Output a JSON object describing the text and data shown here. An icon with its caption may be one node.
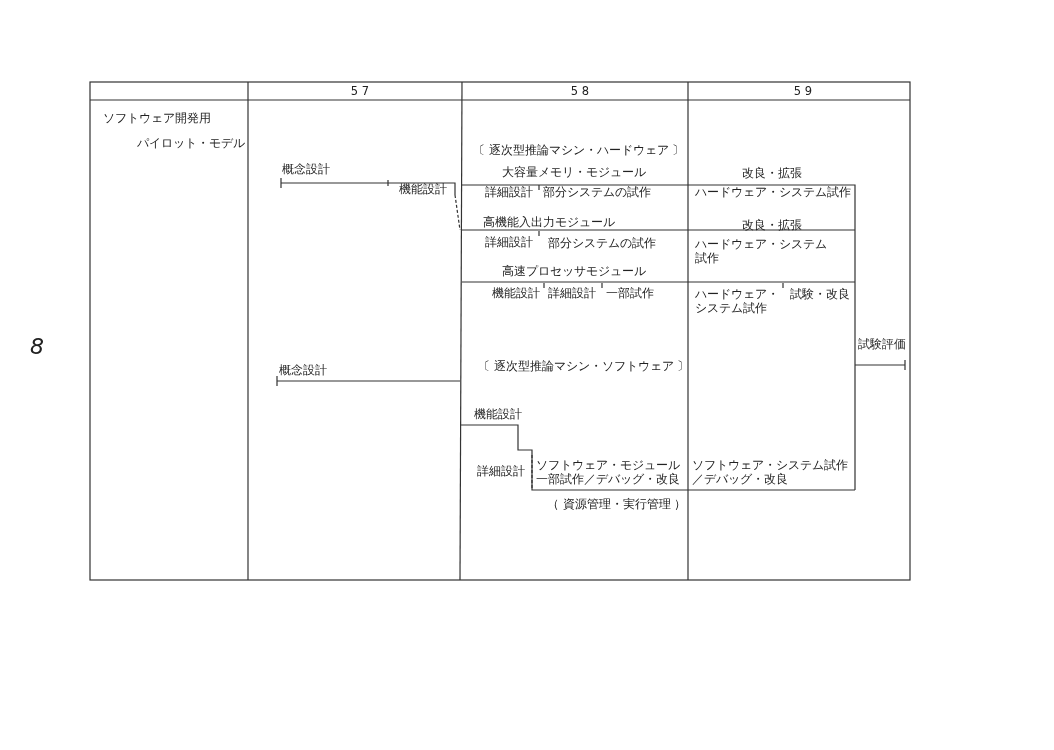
{
  "diagram": {
    "labels": [
      "5 7",
      "5 8",
      "5 9",
      "ソフトウェア開発用",
      "パイロット・モデル",
      "〔 逐次型推論マシン・ハードウェア 〕",
      "概念設計",
      "大容量メモリ・モジュール",
      "改良・拡張",
      "機能設計",
      "詳細設計",
      "部分システムの試作",
      "ハードウェア・システム試作",
      "高機能入出力モジュール",
      "改良・拡張",
      "詳細設計",
      "部分システムの試作",
      "ハードウェア・システム試作",
      "高速プロセッサモジュール",
      "機能設計",
      "詳細設計",
      "一部試作",
      "ハードウェア・システム試作",
      "試験・改良",
      "8",
      "試験評価",
      "概念設計",
      "〔 逐次型推論マシン・ソフトウェア 〕",
      "機能設計",
      "詳細設計",
      "ソフトウェア・モジュール一部試作／デバッグ・改良",
      "ソフトウェア・システム試作／デバッグ・改良",
      "（ 資源管理・実行管理 ）"
    ]
  }
}
